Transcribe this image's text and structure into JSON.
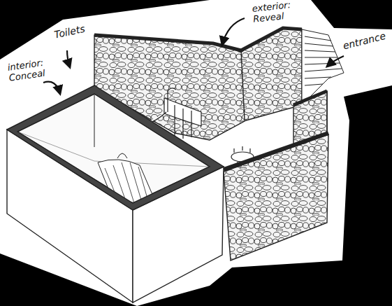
{
  "diagram": {
    "labels": [
      "Toilets",
      "interior: Conceal",
      "exterior: Reveal",
      "entrance"
    ]
  }
}
